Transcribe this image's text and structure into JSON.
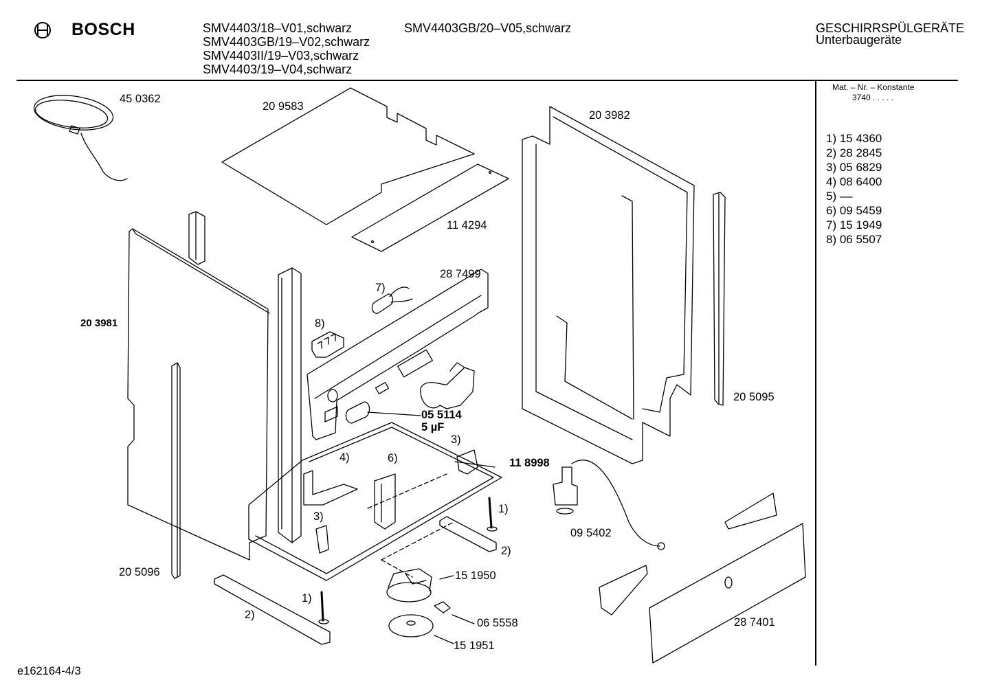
{
  "header": {
    "brand": "BOSCH",
    "models_col1": [
      "SMV4403/18–V01,schwarz",
      "SMV4403GB/19–V02,schwarz",
      "SMV4403II/19–V03,schwarz",
      "SMV4403/19–V04,schwarz"
    ],
    "models_col2": [
      "SMV4403GB/20–V05,schwarz"
    ],
    "category": "GESCHIRRSPÜLGERÄTE",
    "subcategory": "Unterbaugeräte"
  },
  "sidebar": {
    "mat_note": "Mat. – Nr. – Konstante",
    "mat_value": "3740 . . . . .",
    "items": [
      "1) 15 4360",
      "2) 28 2845",
      "3) 05 6829",
      "4) 08 6400",
      "5) ––",
      "6) 09 5459",
      "7) 15 1949",
      "8) 06 5507"
    ]
  },
  "parts": {
    "p450362": "45 0362",
    "p209583": "20 9583",
    "p203982": "20 3982",
    "p114294": "11 4294",
    "p287499": "28 7499",
    "p203981": "20 3981",
    "p055114": "05 5114",
    "p5uf": "5 µF",
    "p118998": "11 8998",
    "p205095": "20 5095",
    "p095402": "09 5402",
    "p205096": "20 5096",
    "p151950": "15 1950",
    "p065558": "06 5558",
    "p151951": "15 1951",
    "p287401": "28 7401"
  },
  "callouts": {
    "c7": "7)",
    "c8": "8)",
    "c3a": "3)",
    "c4": "4)",
    "c6": "6)",
    "c1a": "1)",
    "c2a": "2)",
    "c3b": "3)",
    "c1b": "1)",
    "c2b": "2)"
  },
  "footer": {
    "doc_id": "e162164-4/3"
  }
}
